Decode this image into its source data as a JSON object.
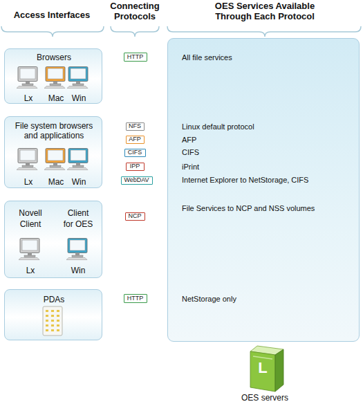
{
  "diagram": {
    "nodes": [
      {
        "text": [
          "Browsers",
          "Lx",
          "Mac",
          "Win"
        ]
      },
      {
        "text": [
          "HTTP"
        ]
      },
      {
        "text": [
          "File system browsers and applications",
          "Lx",
          "Mac",
          "Win"
        ]
      },
      {
        "text": [
          "NFS"
        ]
      },
      {
        "text": [
          "AFP"
        ]
      },
      {
        "text": [
          "CIFS"
        ]
      },
      {
        "text": [
          "IPP"
        ]
      },
      {
        "text": [
          "WebDAV"
        ]
      },
      {
        "text": [
          "Novell Client",
          "Client for OES",
          "Lx",
          "Win"
        ]
      },
      {
        "text": [
          "NCP"
        ]
      },
      {
        "text": [
          "PDAs"
        ]
      },
      {
        "text": [
          "HTTP"
        ]
      },
      {
        "text": [
          "All file services",
          "Linux default protocol",
          "AFP",
          "CIFS",
          "iPrint",
          "Internet Explorer to NetStorage, CIFS",
          "File Services to NCP and NSS volumes",
          "NetStorage only"
        ]
      }
    ],
    "labels": [
      "Access Interfaces",
      "Connecting Protocols",
      "OES Services Available Through Each Protocol",
      "L",
      "OES servers"
    ]
  }
}
